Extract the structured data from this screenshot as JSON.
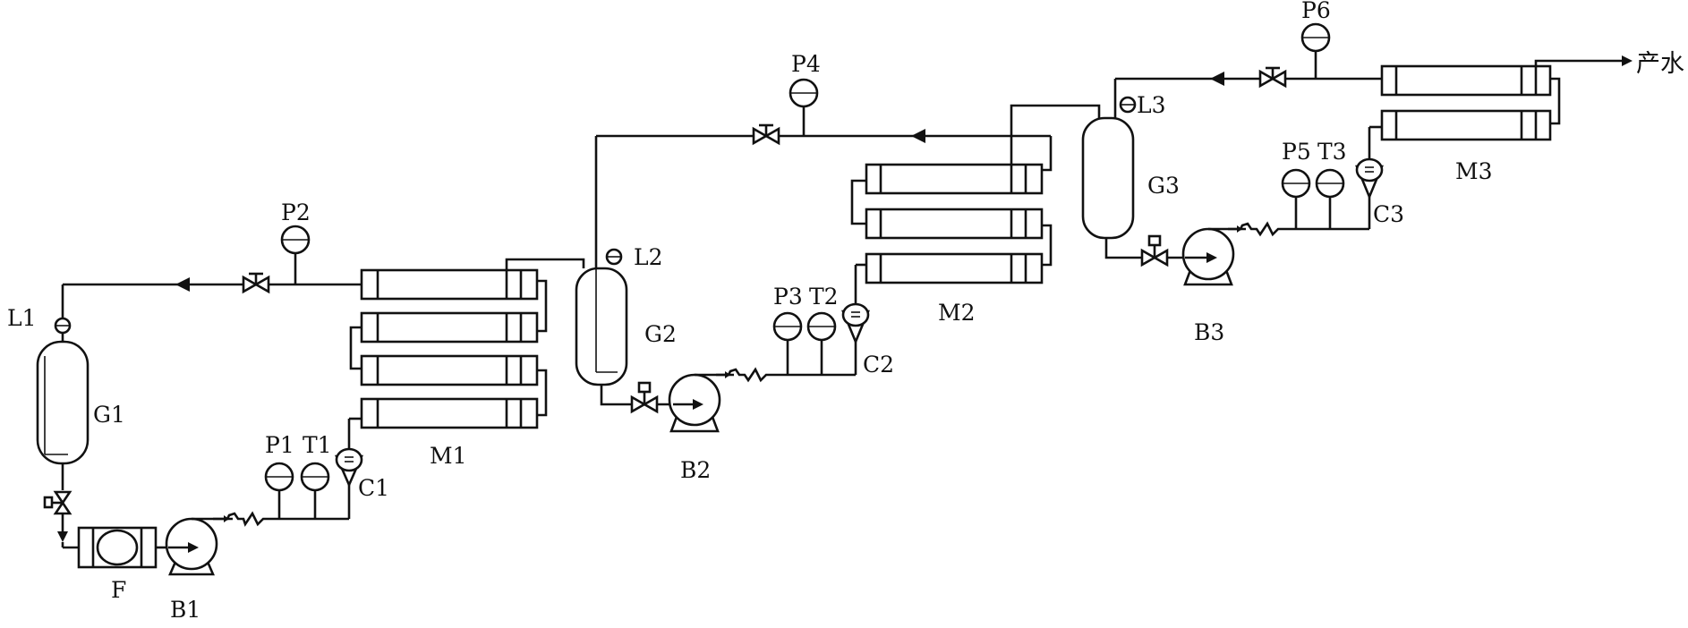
{
  "labels": {
    "G1": "G1",
    "G2": "G2",
    "G3": "G3",
    "L1": "L1",
    "L2": "L2",
    "L3": "L3",
    "F": "F",
    "B1": "B1",
    "B2": "B2",
    "B3": "B3",
    "P1": "P1",
    "P2": "P2",
    "P3": "P3",
    "P4": "P4",
    "P5": "P5",
    "P6": "P6",
    "T1": "T1",
    "T2": "T2",
    "T3": "T3",
    "C1": "C1",
    "C2": "C2",
    "C3": "C3",
    "M1": "M1",
    "M2": "M2",
    "M3": "M3",
    "product": "产水"
  }
}
